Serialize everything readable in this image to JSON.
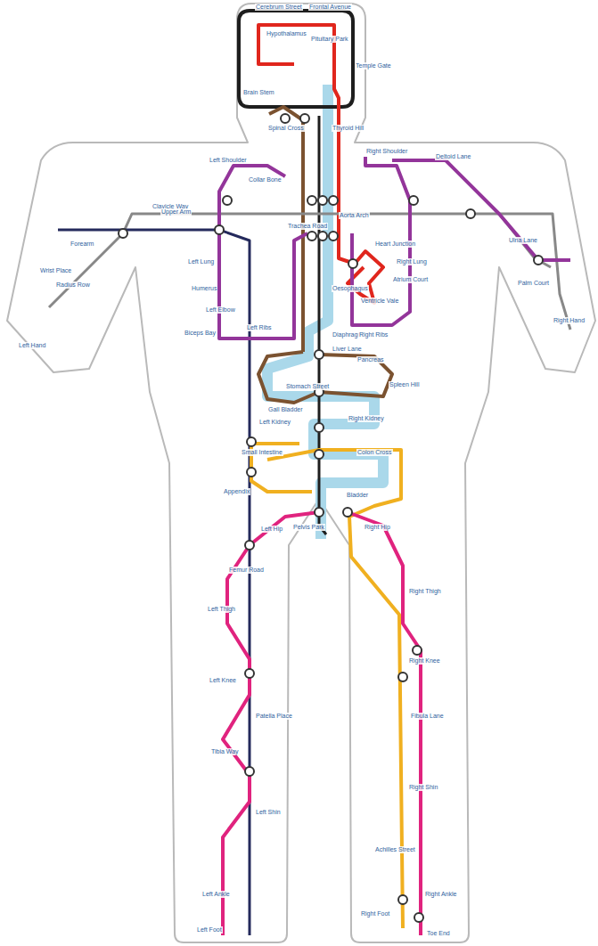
{
  "diagram": {
    "labels": [
      "Cerebrum Street",
      "Frontal Avenue",
      "Hypothalamus",
      "Pituitary Park",
      "Temple Gate",
      "Brain Stem",
      "Spinal Cross",
      "Thyroid Hill",
      "Left Shoulder",
      "Clavicle Way",
      "Collar Bone",
      "Right Shoulder",
      "Deltoid Lane",
      "Left Lung",
      "Trachea Road",
      "Aorta Arch",
      "Right Lung",
      "Upper Arm",
      "Humerus",
      "Left Elbow",
      "Biceps Bay",
      "Heart Junction",
      "Ventricle Vale",
      "Atrium Court",
      "Diaphragm",
      "Left Ribs",
      "Right Ribs",
      "Oesophagus",
      "Forearm",
      "Wrist Place",
      "Radius Row",
      "Ulna Lane",
      "Left Hand",
      "Right Hand",
      "Palm Court",
      "Liver Lane",
      "Stomach Street",
      "Gall Bladder",
      "Pancreas",
      "Spleen Hill",
      "Left Kidney",
      "Right Kidney",
      "Small Intestine",
      "Colon Cross",
      "Appendix",
      "Bladder",
      "Pelvis Park",
      "Left Hip",
      "Right Hip",
      "Femur Road",
      "Left Thigh",
      "Right Thigh",
      "Left Knee",
      "Right Knee",
      "Patella Place",
      "Tibia Way",
      "Fibula Lane",
      "Left Shin",
      "Right Shin",
      "Left Ankle",
      "Right Ankle",
      "Achilles Street",
      "Left Foot",
      "Right Foot",
      "Toe End"
    ]
  }
}
